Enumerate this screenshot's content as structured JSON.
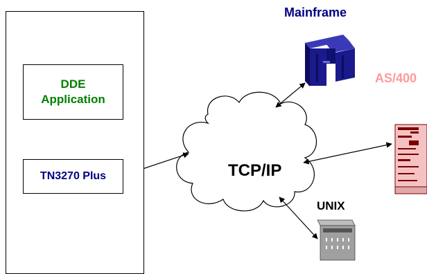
{
  "application": {
    "line1": "DDE",
    "line2": "Application"
  },
  "emulator": {
    "label": "TN3270 Plus"
  },
  "network": {
    "label": "TCP/IP"
  },
  "hosts": {
    "mainframe": "Mainframe",
    "as400": "AS/400",
    "unix": "UNIX"
  },
  "colors": {
    "application_text": "#008000",
    "emulator_text": "#000080",
    "mainframe_text": "#000080",
    "mainframe_body": "#1a1a8c",
    "as400_text": "#ff9999",
    "as400_body": "#f4c2c2",
    "unix_text": "#000000",
    "unix_body": "#a0a0a0"
  },
  "icons": {
    "mainframe": "mainframe-computer-icon",
    "as400": "as400-server-icon",
    "unix": "unix-workstation-icon",
    "network": "cloud-icon"
  }
}
